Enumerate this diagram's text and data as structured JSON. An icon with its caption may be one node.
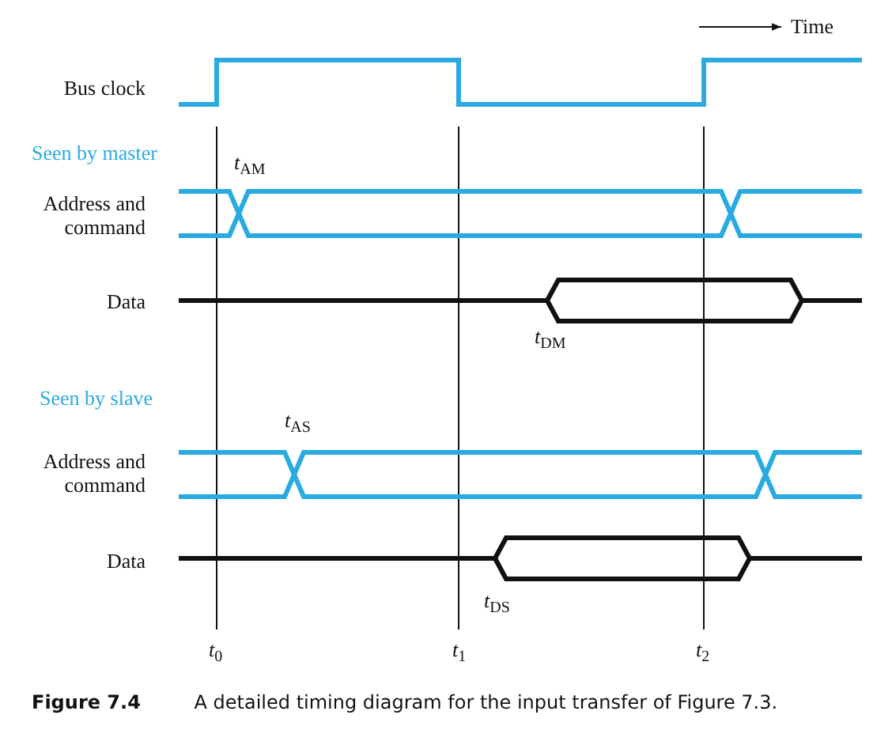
{
  "diagram": {
    "caption": "**Figure 7.4** A detailed timing diagram for the input transfer of Figure 7.3.",
    "labels": [
      "Time",
      "Bus clock",
      "Seen by master",
      "*t*$_{AM}$",
      "Address and command",
      "Data",
      "*t*$_{DM}$",
      "Seen by slave",
      "*t*$_{AS}$",
      "Address and command",
      "Data",
      "*t*$_{DS}$",
      "*t*$_{0}$",
      "*t*$_{1}$",
      "*t*$_{2}$"
    ]
  }
}
